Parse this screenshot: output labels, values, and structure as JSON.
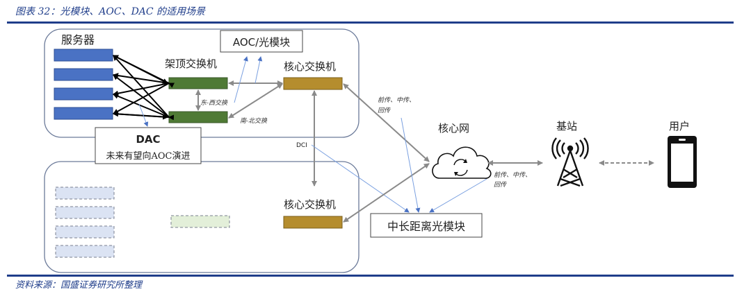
{
  "caption": "图表 32：光模块、AOC、DAC 的适用场景",
  "source": "资料来源：国盛证券研究所整理",
  "colors": {
    "brand_blue": "#1f3d8a",
    "server_blue": "#4a72c4",
    "tor_green": "#4f7a35",
    "core_gold": "#b58d2e",
    "arrow_gray": "#8a8a8a",
    "thin_blue": "#7aa0e0",
    "ghost_server": "#dbe3f3",
    "ghost_tor": "#e3efd9"
  },
  "dc_top": {
    "servers_label": "服务器",
    "tor_label": "架顶交换机",
    "core_label": "核心交换机",
    "east_west": "东-西交换",
    "north_south": "南-北交换"
  },
  "dc_bottom": {
    "core_label": "核心交换机"
  },
  "boxes": {
    "aoc": "AOC/光模块",
    "dac_title": "DAC",
    "dac_sub": "未来有望向AOC演进",
    "long_range": "中长距离光模块"
  },
  "labels": {
    "dci": "DCI",
    "fronthaul_1_line1": "前传、中传、",
    "fronthaul_1_line2": "回传",
    "fronthaul_2_line1": "前传、中传、",
    "fronthaul_2_line2": "回传"
  },
  "network": {
    "core_net": "核心网",
    "base_station": "基站",
    "user": "用户"
  },
  "icons": {
    "cloud": "cloud-sync-icon",
    "tower": "cell-tower-icon",
    "phone": "smartphone-icon"
  }
}
